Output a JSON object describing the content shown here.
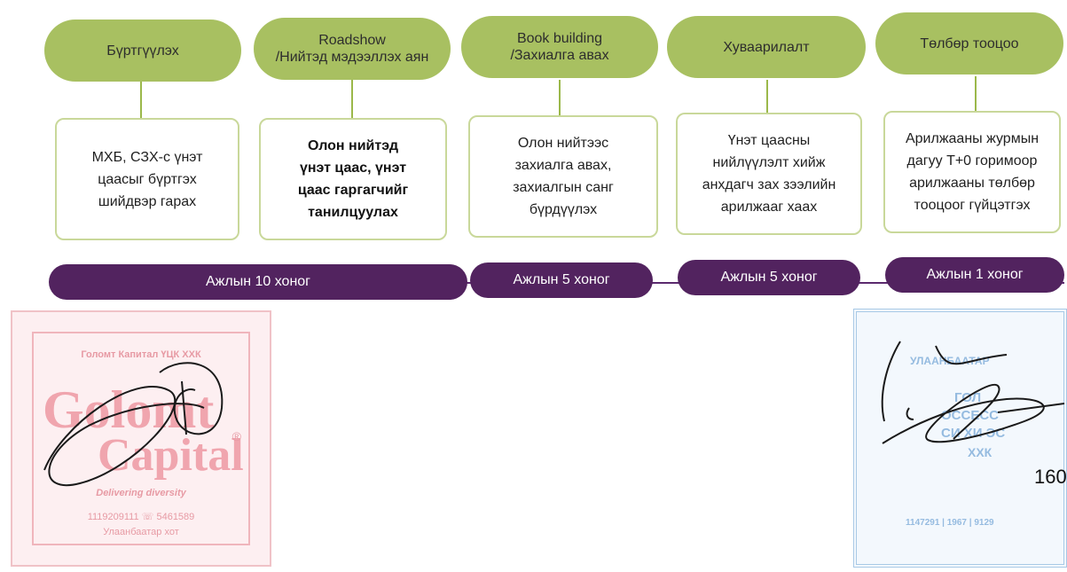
{
  "steps": [
    {
      "title": "Бүртгүүлэх",
      "description": "МХБ, СЗХ-с үнэт\nцаасыг бүртгэх\nшийдвэр гарах"
    },
    {
      "title": "Roadshow\n/Нийтэд мэдээллэх аян",
      "description": "Олон нийтэд\nүнэт цаас, үнэт\nцаас гаргагчийг\nтанилцуулах"
    },
    {
      "title": "Book building\n/Захиалга авах",
      "description": "Олон нийтээс\nзахиалга авах,\nзахиалгын санг\nбүрдүүлэх"
    },
    {
      "title": "Хуваарилалт",
      "description": "Үнэт цаасны\nнийлүүлэлт хийж\nанхдагч зах зээлийн\nарилжааг хаах"
    },
    {
      "title": "Төлбөр тооцоо",
      "description": "Арилжааны журмын\nдагуу Т+0 горимоор\nарилжааны төлбөр\nтооцоог гүйцэтгэх"
    }
  ],
  "durations": [
    "Ажлын 10 хоног",
    "Ажлын 5 хоног",
    "Ажлын 5 хоног",
    "Ажлын 1 хоног"
  ],
  "stamp_left": {
    "company": "Голомт Капитал ҮЦК ХХК",
    "logo_line1": "Golomt",
    "logo_line2": "Capital",
    "registered": "®",
    "tagline": "Delivering diversity",
    "numbers": "1119209111 ☏ 5461589",
    "city": "Улаанбаатар хот"
  },
  "stamp_right": {
    "line1": "УЛААНБААТАР",
    "line2": "ГОЛ",
    "line3": "ОССЕСС",
    "line4": "СИ ХИ ЭС",
    "line5": "ХХК",
    "line6": "1147291 | 1967 | 9129"
  },
  "page_number": "160",
  "colors": {
    "step_pill": "#a8c061",
    "box_border": "#c9d89a",
    "duration_pill": "#52235f",
    "stamp_left": "#f0a5ae",
    "stamp_right": "#95bbe0"
  }
}
